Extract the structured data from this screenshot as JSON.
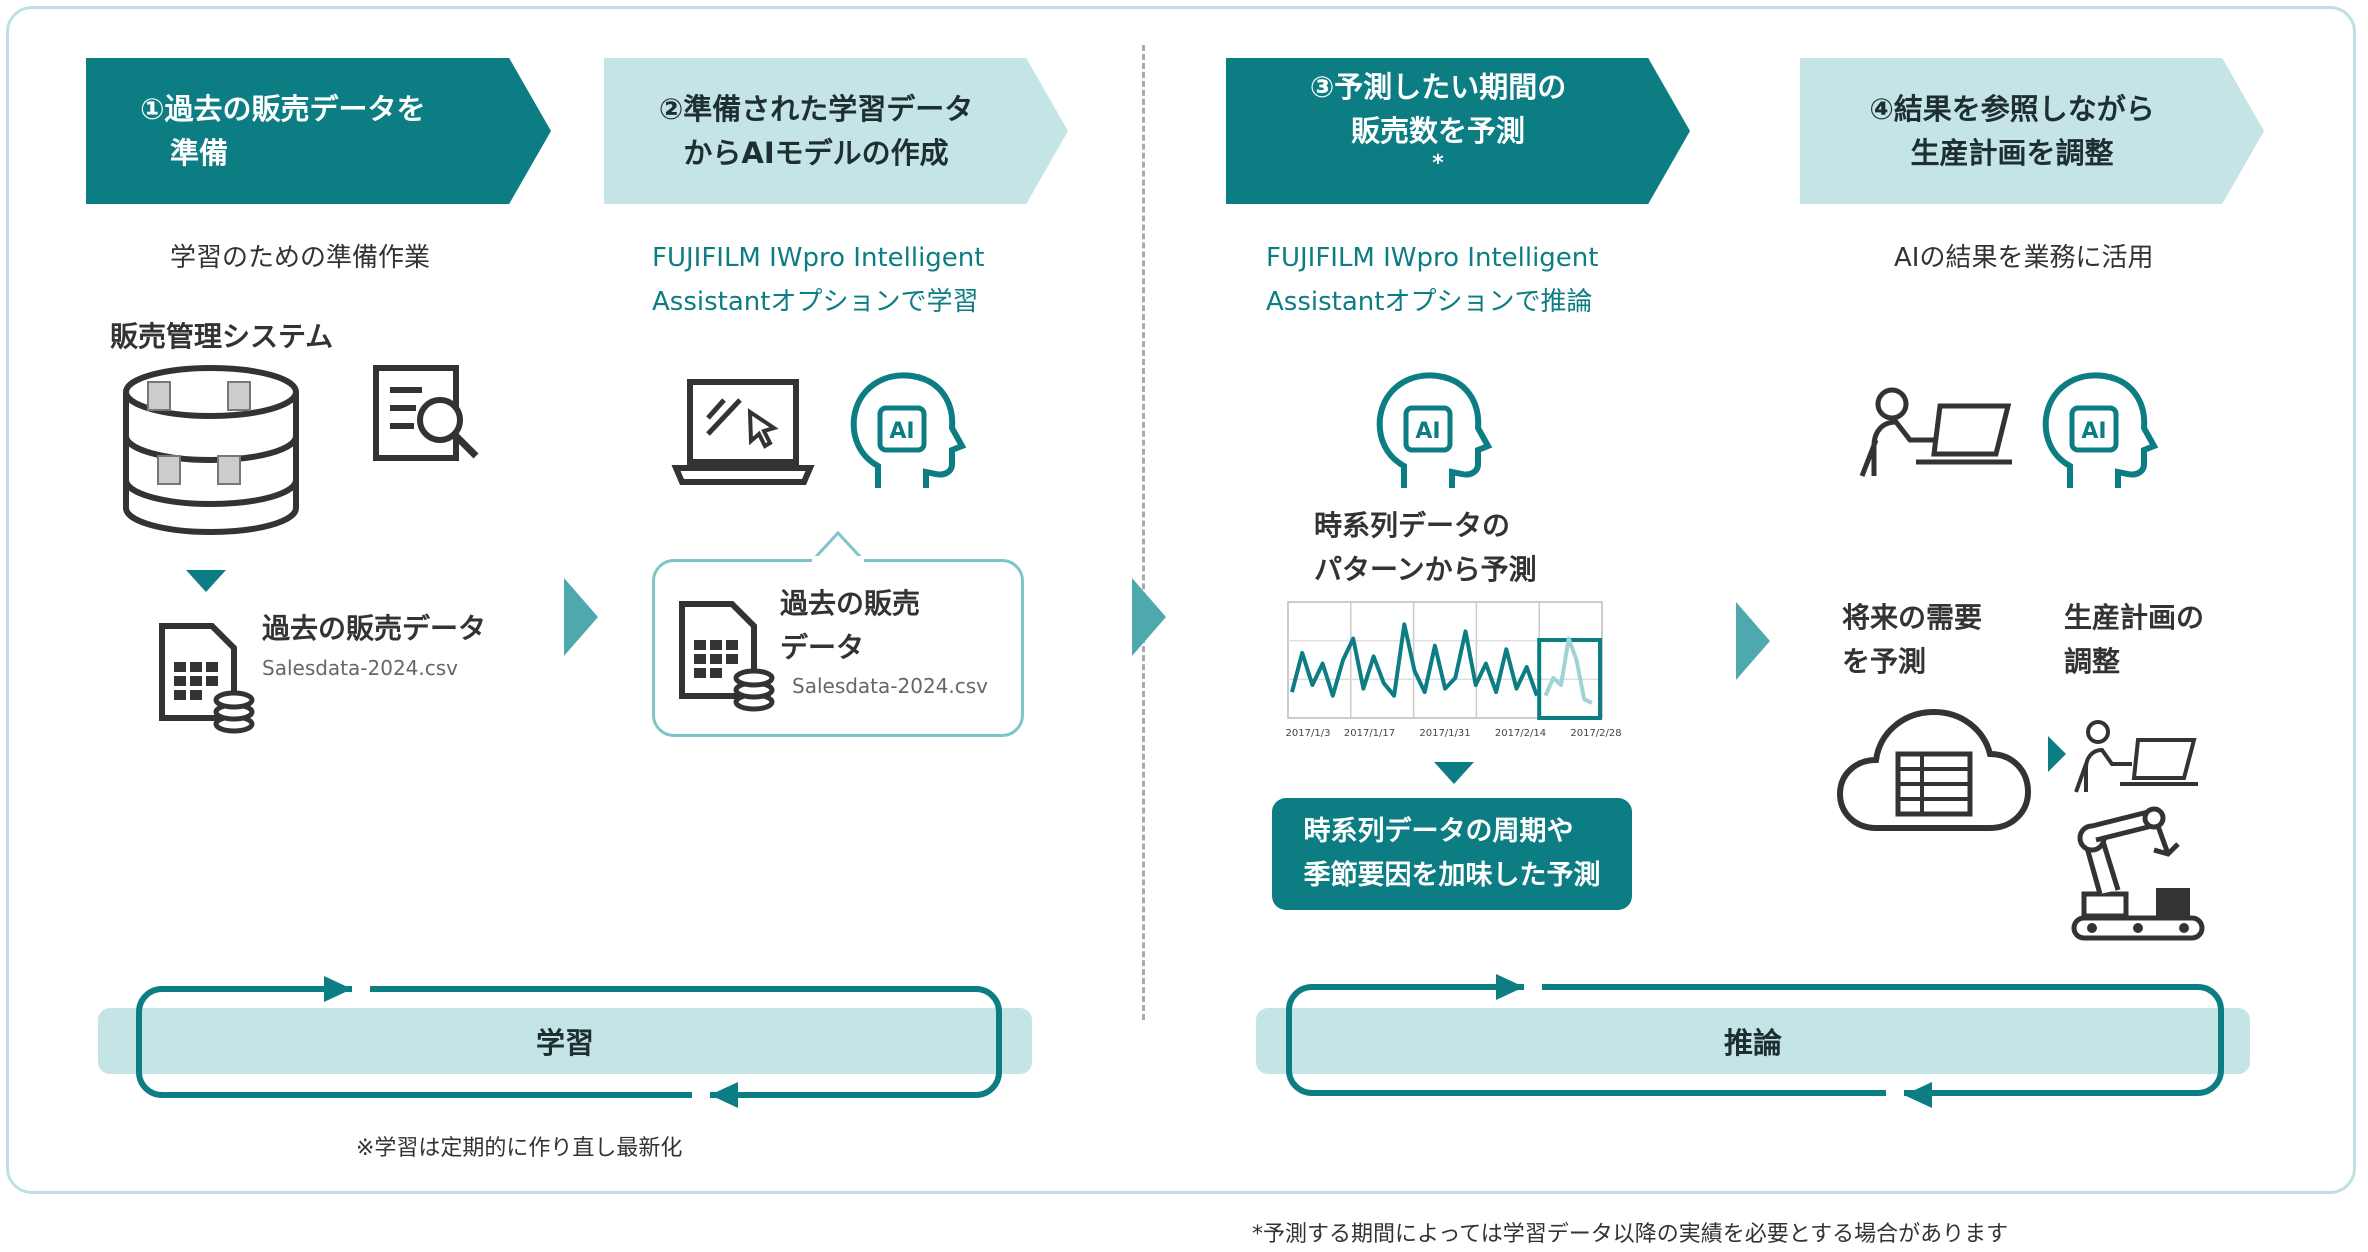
{
  "steps": [
    {
      "line1": "①過去の販売データを",
      "line2": "準備",
      "sup": ""
    },
    {
      "line1": "②準備された学習データ",
      "line2": "からAIモデルの作成",
      "sup": ""
    },
    {
      "line1": "③予測したい期間の",
      "line2": "販売数を予測",
      "sup": "*"
    },
    {
      "line1": "④結果を参照しながら",
      "line2": "生産計画を調整",
      "sup": ""
    }
  ],
  "col1": {
    "subtitle": "学習のための準備作業",
    "system_label": "販売管理システム",
    "data_label": "過去の販売データ",
    "filename": "Salesdata-2024.csv"
  },
  "col2": {
    "subtitle": "FUJIFILM IWpro Intelligent\nAssistantオプションで学習",
    "bubble_label": "過去の販売\nデータ",
    "filename": "Salesdata-2024.csv",
    "ai_badge": "AI"
  },
  "col3": {
    "subtitle": "FUJIFILM IWpro Intelligent\nAssistantオプションで推論",
    "ai_badge": "AI",
    "pattern_label": "時系列データの\nパターンから予測",
    "result_box": "時系列データの周期や\n季節要因を加味した予測"
  },
  "col4": {
    "subtitle": "AIの結果を業務に活用",
    "ai_badge": "AI",
    "demand_label": "将来の需要\nを予測",
    "plan_label": "生産計画の\n調整"
  },
  "cycles": {
    "learn_label": "学習",
    "infer_label": "推論",
    "learn_note": "※学習は定期的に作り直し最新化"
  },
  "footnote": "*予測する期間によっては学習データ以降の実績を必要とする場合があります",
  "colors": {
    "teal": "#0d7d84",
    "light_teal": "#c4e4e6",
    "border": "#bfe0e3"
  },
  "chart_data": {
    "type": "line",
    "x": [
      "2017/1/3",
      "2017/1/17",
      "2017/1/31",
      "2017/2/14",
      "2017/2/28"
    ],
    "xtick_labels": [
      "2017/1/3",
      "2017/1/17",
      "2017/1/31",
      "2017/2/14",
      "2017/2/28"
    ],
    "series": [
      {
        "values": [
          10,
          32,
          14,
          26,
          8,
          28,
          40,
          12,
          30,
          15,
          8,
          48,
          22,
          10,
          36,
          12,
          18,
          44,
          14,
          26,
          10,
          34,
          12,
          24,
          8
        ]
      },
      {
        "values": [
          8,
          18,
          14,
          40,
          28,
          6,
          4
        ]
      }
    ],
    "highlight_region": "2017/2/21–2017/2/28",
    "grid": true
  }
}
